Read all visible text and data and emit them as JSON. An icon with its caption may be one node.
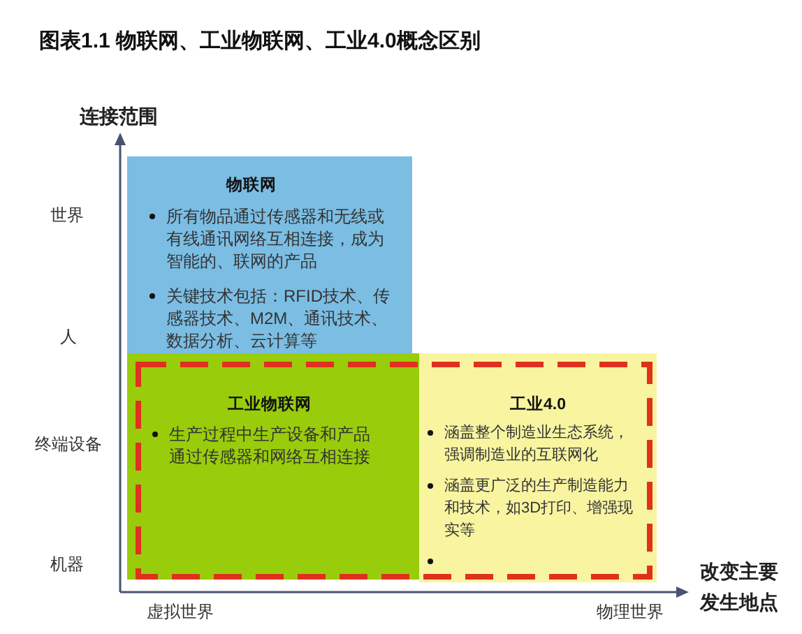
{
  "diagram": {
    "title": "图表1.1 物联网、工业物联网、工业4.0概念区别",
    "nodes": [
      {
        "text": [
          "物联网",
          "所有物品通过传感器和无线或有线通讯网络互相连接，成为智能的、联网的产品",
          "关键技术包括：RFID技术、传感器技术、M2M、通讯技术、数据分析、云计算等"
        ]
      },
      {
        "text": [],
        "shape": "box"
      },
      {
        "text": [
          "工业物联网",
          "生产过程中生产设备和产品通过传感器和网络互相连接"
        ]
      },
      {
        "text": [
          "工业4.0",
          "涵盖整个制造业生态系统，强调制造业的互联网化",
          "涵盖更广泛的生产制造能力和技术，如3D打印、增强现实等"
        ]
      }
    ],
    "labels": [
      "连接范围",
      "世界",
      "人",
      "终端设备",
      "机器",
      "虚拟世界",
      "物理世界",
      "改变主要发生地点"
    ]
  }
}
